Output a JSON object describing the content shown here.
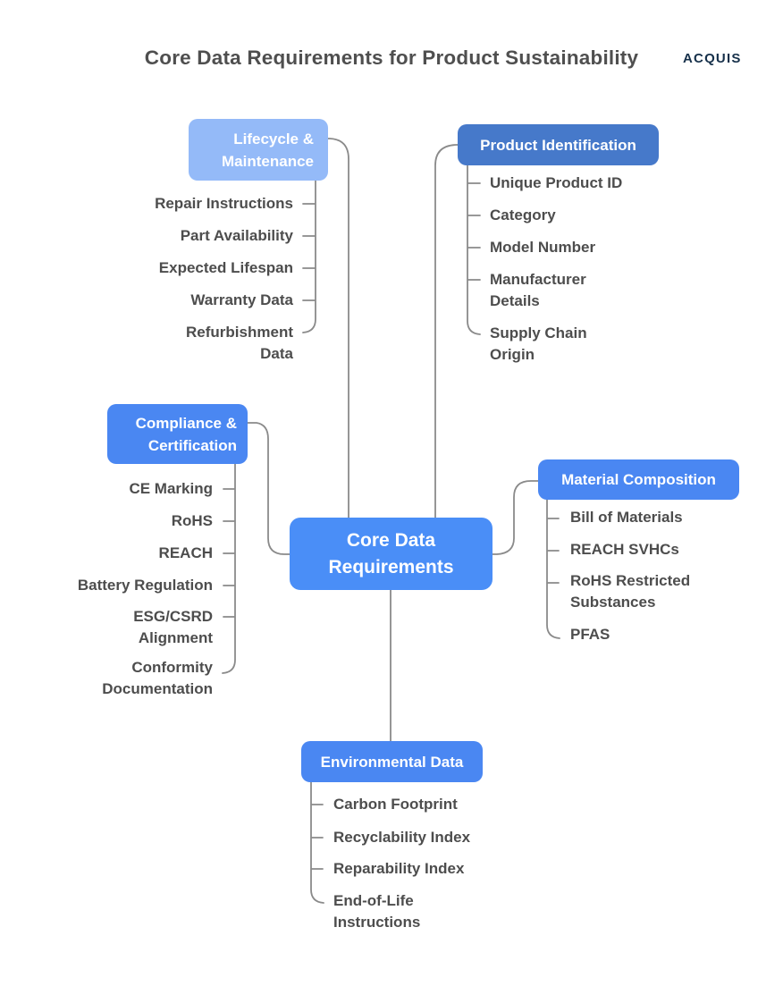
{
  "header": {
    "title": "Core Data Requirements for Product Sustainability",
    "logo": "ACQUIS"
  },
  "center": {
    "label": "Core Data Requirements",
    "color": "#4a8ef7"
  },
  "branches": [
    {
      "id": "lifecycle-maintenance",
      "label": "Lifecycle & Maintenance",
      "color": "#94baf8",
      "items": [
        "Repair Instructions",
        "Part Availability",
        "Expected Lifespan",
        "Warranty Data",
        "Refurbishment Data"
      ]
    },
    {
      "id": "product-identification",
      "label": "Product Identification",
      "color": "#4679ca",
      "items": [
        "Unique Product ID",
        "Category",
        "Model Number",
        "Manufacturer Details",
        "Supply Chain Origin"
      ]
    },
    {
      "id": "compliance-certification",
      "label": "Compliance & Certification",
      "color": "#4a87f2",
      "items": [
        "CE Marking",
        "RoHS",
        "REACH",
        "Battery Regulation",
        "ESG/CSRD Alignment",
        "Conformity Documentation"
      ]
    },
    {
      "id": "material-composition",
      "label": "Material Composition",
      "color": "#4a87f2",
      "items": [
        "Bill of Materials",
        "REACH SVHCs",
        "RoHS Restricted Substances",
        "PFAS"
      ]
    },
    {
      "id": "environmental-data",
      "label": "Environmental Data",
      "color": "#4a87f2",
      "items": [
        "Carbon Footprint",
        "Recyclability Index",
        "Reparability Index",
        "End-of-Life Instructions"
      ]
    }
  ],
  "colors": {
    "line_gray": "#8a8a8a",
    "leaf_text": "#4d4d4d",
    "title_text": "#4f4f4f",
    "logo_navy": "#16304a"
  }
}
